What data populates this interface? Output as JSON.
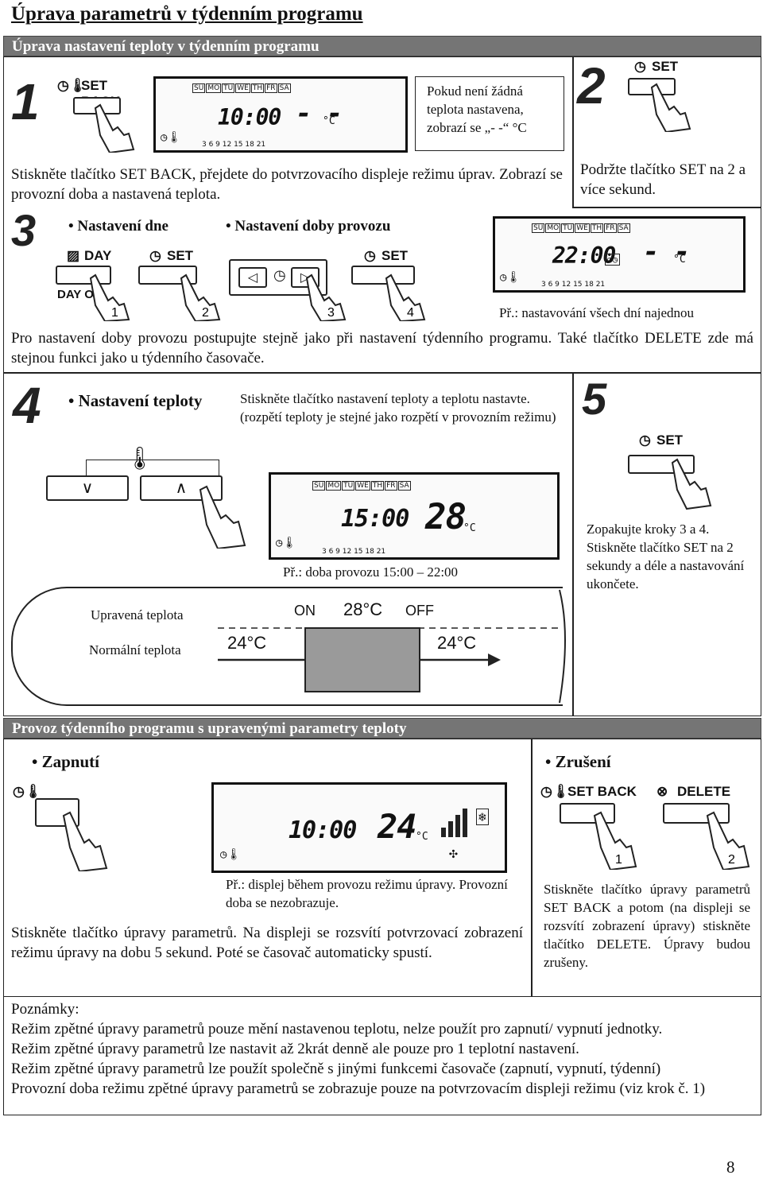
{
  "title": "Úprava parametrů v týdenním programu",
  "section1": {
    "heading": "Úprava nastavení teploty v týdenním programu",
    "step1": {
      "num": "1",
      "btn": "SET BACK",
      "lcd_time": "10:00",
      "lcd_temp": "- -",
      "lcd_unit": "°C",
      "note": "Pokud není žádná teplota nastavena, zobrazí se „- -“ °C",
      "text": "Stiskněte tlačítko SET BACK, přejdete do potvrzovacího displeje režimu úprav. Zobrazí se provozní doba a nastavená teplota."
    },
    "step2": {
      "num": "2",
      "btn": "SET",
      "text": "Podržte tlačítko SET na 2 a více sekund."
    },
    "step3": {
      "num": "3",
      "bullet_day": "Nastavení dne",
      "bullet_time": "Nastavení doby provozu",
      "btn_day": "DAY",
      "btn_dayoff": "DAY O",
      "btn_set": "SET",
      "btn_set2": "SET",
      "hand1": "1",
      "hand2": "2",
      "hand3": "3",
      "hand4": "4",
      "lcd_time": "22:00",
      "lcd_temp": "- -",
      "lcd_unit": "°C",
      "example": "Př.: nastavování všech dní najednou",
      "text": "Pro nastavení doby provozu postupujte stejně jako při nastavení týdenního programu. Také tlačítko DELETE zde má stejnou funkci jako u týdenního časovače."
    },
    "step4": {
      "num": "4",
      "bullet": "Nastavení teploty",
      "desc": "Stiskněte tlačítko nastavení teploty a teplotu nastavte. (rozpětí teploty je stejné jako rozpětí v provozním režimu)",
      "lcd_time": "15:00",
      "lcd_temp": "28",
      "lcd_unit": "°C",
      "example": "Př.: doba provozu 15:00 – 22:00",
      "label_adjusted": "Upravená teplota",
      "label_normal": "Normální teplota",
      "graph_on": "ON",
      "graph_temp": "28°C",
      "graph_off": "OFF",
      "graph_left": "24°C",
      "graph_right": "24°C"
    },
    "step5": {
      "num": "5",
      "btn": "SET",
      "text": "Zopakujte kroky 3 a 4. Stiskněte tlačítko SET na 2 sekundy a déle a nastavování ukončete."
    }
  },
  "section2": {
    "heading": "Provoz týdenního programu s upravenými parametry teploty",
    "on": {
      "bullet": "Zapnutí",
      "lcd_time": "10:00",
      "lcd_temp": "24",
      "lcd_unit": "°C",
      "example": "Př.: displej během provozu režimu úpravy. Provozní doba se nezobrazuje.",
      "text": "Stiskněte tlačítko úpravy parametrů. Na displeji se rozsvítí potvrzovací zobrazení režimu úpravy na dobu 5 sekund. Poté se časovač automaticky spustí."
    },
    "cancel": {
      "bullet": "Zrušení",
      "btn1": "SET BACK",
      "btn2": "DELETE",
      "hand1": "1",
      "hand2": "2",
      "text": "Stiskněte tlačítko úpravy parametrů SET BACK a potom (na displeji se rozsvítí zobrazení úpravy) stiskněte tlačítko DELETE. Úpravy budou zrušeny."
    }
  },
  "days": [
    "SU",
    "MO",
    "TU",
    "WE",
    "TH",
    "FR",
    "SA"
  ],
  "hours": "3 6 9 12 15 18 21",
  "notes": {
    "heading": "Poznámky:",
    "lines": [
      "Režim zpětné úpravy parametrů pouze mění nastavenou teplotu, nelze použít pro zapnutí/ vypnutí jednotky.",
      "Režim zpětné úpravy parametrů lze nastavit až 2krát denně ale pouze pro 1 teplotní nastavení.",
      "Režim zpětné úpravy parametrů lze použít společně s jinými funkcemi časovače (zapnutí, vypnutí, týdenní)",
      "Provozní doba režimu zpětné úpravy parametrů se zobrazuje pouze na potvrzovacím displeji režimu (viz krok č. 1)"
    ]
  },
  "page_number": "8"
}
